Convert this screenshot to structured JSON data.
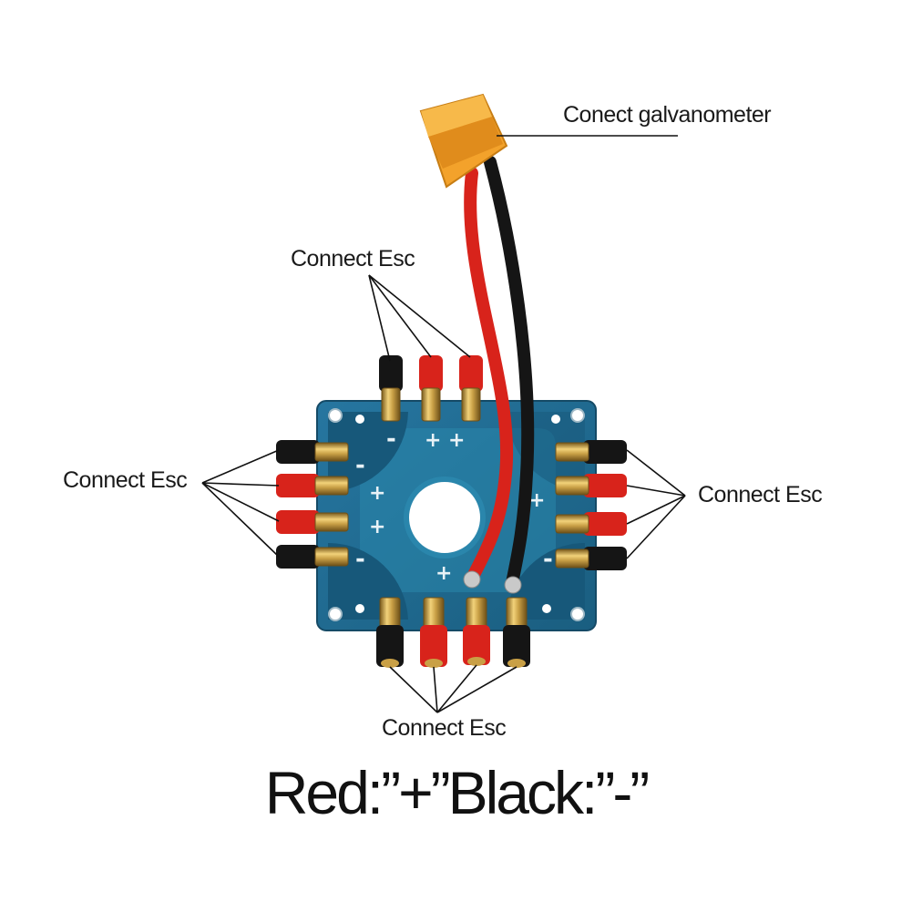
{
  "labels": {
    "galvanometer": "Conect galvanometer",
    "esc_top": "Connect Esc",
    "esc_left": "Connect Esc",
    "esc_right": "Connect Esc",
    "esc_bottom": "Connect Esc"
  },
  "caption": "Red:”+”Black:”-”",
  "board": {
    "plus_marks": [
      "+",
      "+",
      "+",
      "+",
      "+",
      "+"
    ],
    "minus_marks": [
      "-",
      "-",
      "-",
      "-"
    ]
  },
  "colors": {
    "board": "#1f6d8e",
    "board_dark": "#164f6b",
    "copper_pad": "#2a86ac",
    "red_wire": "#d8231b",
    "black_wire": "#151515",
    "xt60": "#f3a22b",
    "gold": "#c9a046"
  }
}
